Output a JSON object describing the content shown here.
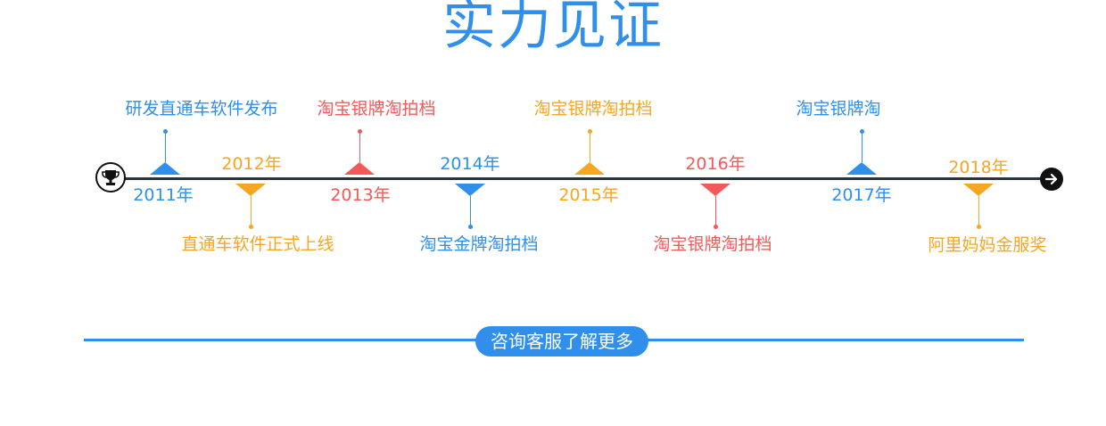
{
  "title": "实力见证",
  "colors": {
    "blue": "#2f8fea",
    "orange": "#f5a623",
    "red": "#f25a5a",
    "line": "#263440"
  },
  "icons": {
    "start": "trophy-icon",
    "end": "arrow-right-icon"
  },
  "timeline": [
    {
      "year": "2011年",
      "event": "研发直通车软件发布",
      "color": "blue"
    },
    {
      "year": "2012年",
      "event": "直通车软件正式上线",
      "color": "orange"
    },
    {
      "year": "2013年",
      "event": "淘宝银牌淘拍档",
      "color": "red"
    },
    {
      "year": "2014年",
      "event": "淘宝金牌淘拍档",
      "color": "blue"
    },
    {
      "year": "2015年",
      "event": "淘宝银牌淘拍档",
      "color": "orange"
    },
    {
      "year": "2016年",
      "event": "淘宝银牌淘拍档",
      "color": "red"
    },
    {
      "year": "2017年",
      "event": "淘宝银牌淘",
      "color": "blue"
    },
    {
      "year": "2018年",
      "event": "阿里妈妈金服奖",
      "color": "orange"
    }
  ],
  "cta": {
    "label": "咨询客服了解更多"
  }
}
